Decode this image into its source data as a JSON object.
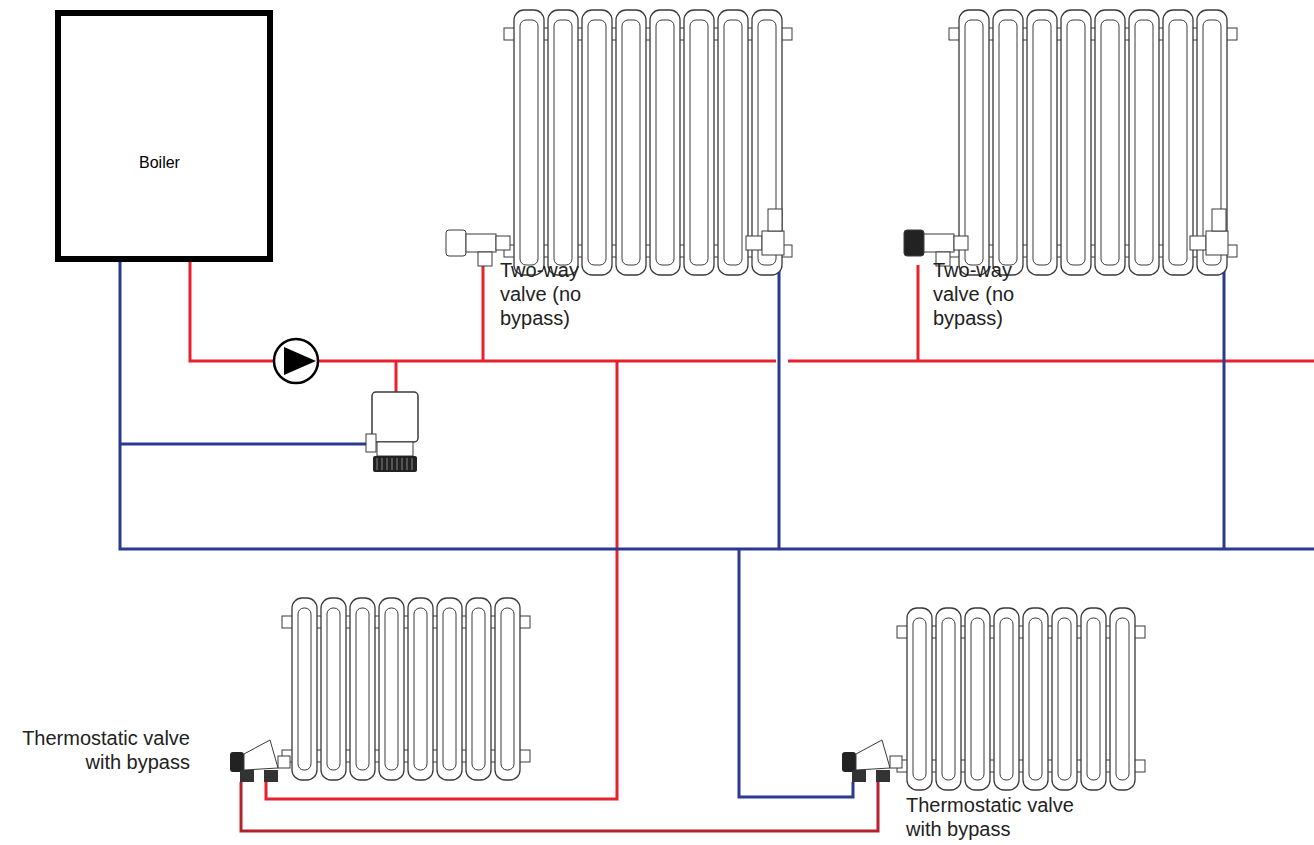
{
  "diagram": {
    "nodes": [
      {
        "text": [
          "Boiler"
        ]
      }
    ],
    "labels": [
      "Two-way valve (no bypass)",
      "Two-way valve (no bypass)",
      "Thermostatic valve with bypass",
      "Thermostatic valve with bypass"
    ]
  }
}
